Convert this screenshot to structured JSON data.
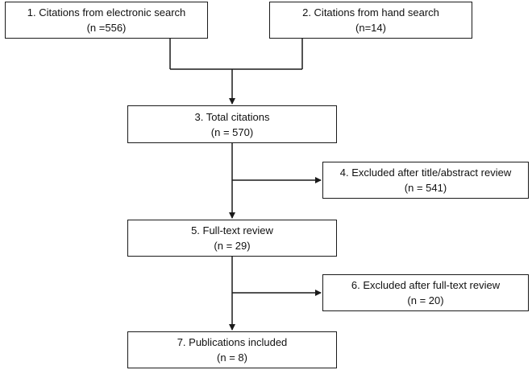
{
  "boxes": {
    "b1": {
      "title": "1. Citations from electronic search",
      "count": "(n =556)"
    },
    "b2": {
      "title": "2. Citations from hand search",
      "count": "(n=14)"
    },
    "b3": {
      "title": "3. Total citations",
      "count": "(n = 570)"
    },
    "b4": {
      "title": "4. Excluded after title/abstract review",
      "count": "(n = 541)"
    },
    "b5": {
      "title": "5. Full-text review",
      "count": "(n = 29)"
    },
    "b6": {
      "title": "6. Excluded after full-text review",
      "count": "(n = 20)"
    },
    "b7": {
      "title": "7. Publications included",
      "count": "(n = 8)"
    }
  }
}
